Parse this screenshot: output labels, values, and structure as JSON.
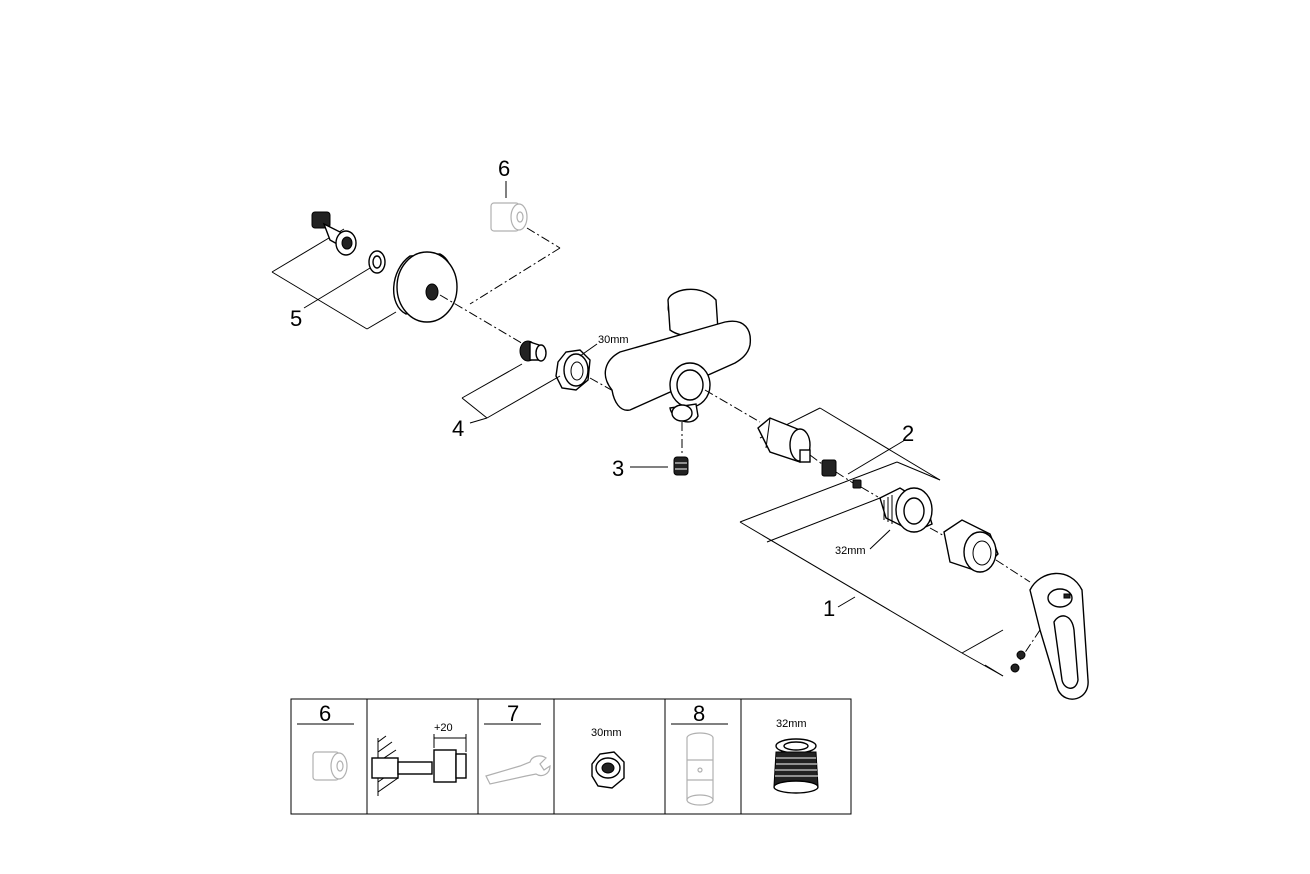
{
  "callouts": {
    "c1": "1",
    "c2": "2",
    "c3": "3",
    "c4": "4",
    "c5": "5",
    "c6": "6"
  },
  "dimensions": {
    "nut": "30mm",
    "bonnet": "32mm"
  },
  "legend": {
    "cells": [
      {
        "number": "6",
        "icon": "extension-sleeve-icon"
      },
      {
        "dimension": "+20",
        "icon": "wall-extension-icon"
      },
      {
        "number": "7",
        "icon": "wrench-icon"
      },
      {
        "dimension": "30mm",
        "icon": "hex-nut-icon"
      },
      {
        "number": "8",
        "icon": "extension-pipe-icon"
      },
      {
        "dimension": "32mm",
        "icon": "threaded-bonnet-icon"
      }
    ]
  },
  "colors": {
    "line": "#000000",
    "ghost": "#b0b0b0",
    "background": "#ffffff"
  }
}
